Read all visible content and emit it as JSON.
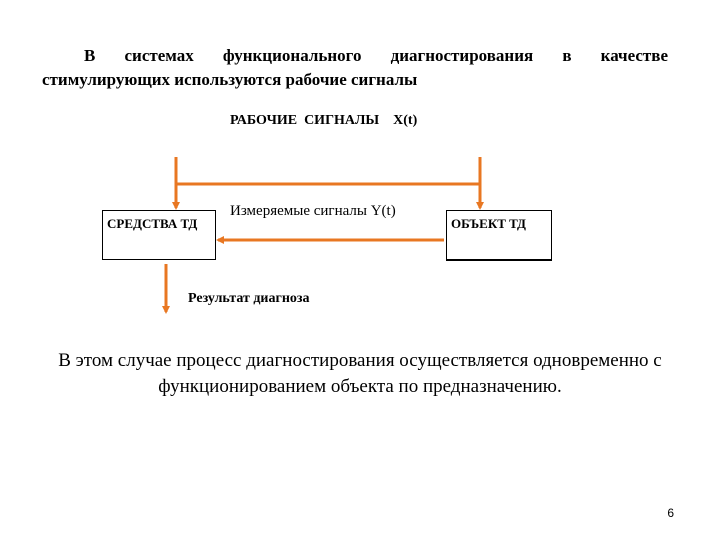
{
  "slide": {
    "heading_line1": "В    системах функционального диагностирования в качестве",
    "heading_line2": "стимулирующих используются рабочие сигналы",
    "signals_label": "РАБОЧИЕ  СИГНАЛЫ    X(t)",
    "left_box_label": "СРЕДСТВА ТД",
    "right_box_label": "ОБЪЕКТ  ТД",
    "measured_label": "Измеряемые сигналы Y(t)",
    "result_label": "Результат диагноза",
    "paragraph": "В этом случае процесс диагностирования осуществляется одновременно с функционированием объекта по предназначению.",
    "page_number": "6",
    "arrow_color": "#E87722"
  }
}
